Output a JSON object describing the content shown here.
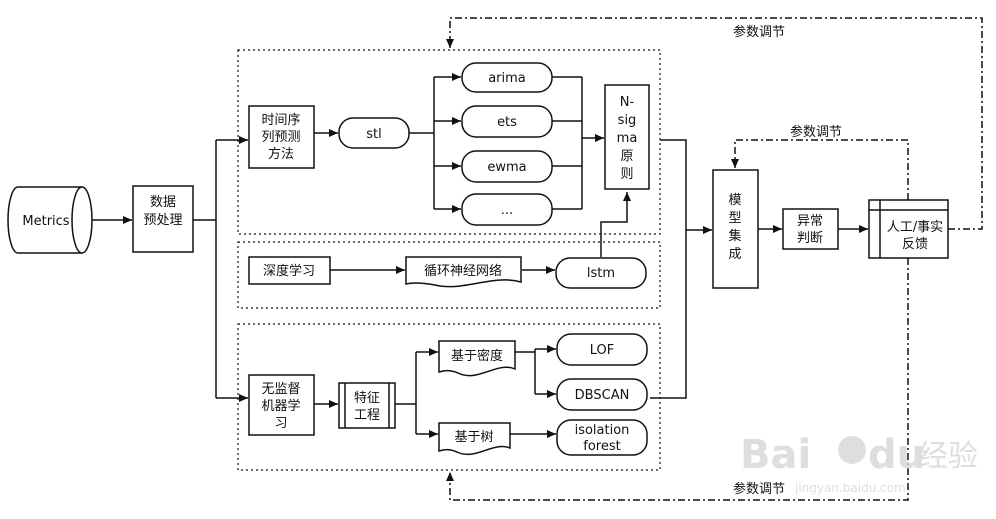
{
  "nodes": {
    "metrics": "Metrics",
    "preprocess": [
      "数据",
      "预处理"
    ],
    "ts_method": [
      "时间序",
      "列预测",
      "方法"
    ],
    "stl": "stl",
    "arima": "arima",
    "ets": "ets",
    "ewma": "ewma",
    "more": "...",
    "nsigma": [
      "N-",
      "sig",
      "ma",
      "原",
      "则"
    ],
    "deep_learning": "深度学习",
    "rnn": "循环神经网络",
    "lstm": "lstm",
    "unsupervised": [
      "无监督",
      "机器学",
      "习"
    ],
    "feature_eng": [
      "特征",
      "工程"
    ],
    "density": "基于密度",
    "tree": "基于树",
    "lof": "LOF",
    "dbscan": "DBSCAN",
    "iforest": [
      "isolation",
      "forest"
    ],
    "ensemble": [
      "模",
      "型",
      "集",
      "成"
    ],
    "anomaly": [
      "异常",
      "判断"
    ],
    "feedback": [
      "人工/事实",
      "反馈"
    ]
  },
  "labels": {
    "param_top": "参数调节",
    "param_mid": "参数调节",
    "param_bottom": "参数调节"
  },
  "watermark": {
    "brand": "Bai",
    "brand2": "du",
    "cn": "经验",
    "url": "jingyan.baidu.com"
  }
}
